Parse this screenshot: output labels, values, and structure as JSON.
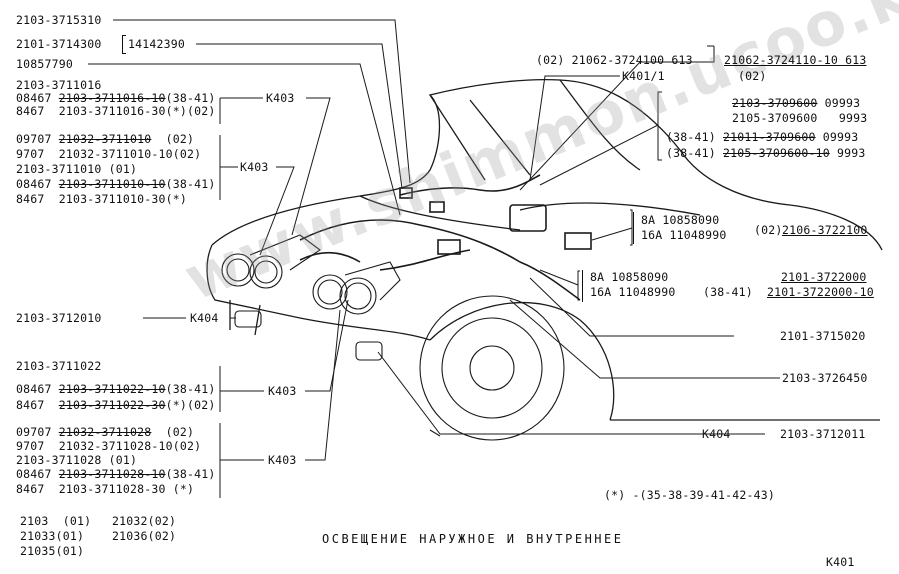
{
  "watermark": "www.shimmon.ucoo.kz",
  "title": "ОСВЕЩЕНИЕ НАРУЖНОЕ И ВНУТРЕННЕЕ",
  "page_code": "К401",
  "left_top": {
    "p1": "2103-3715310",
    "p2_code": "2101-3714300",
    "p2_box": "14142390",
    "p3": "10857790"
  },
  "group_k403_a": {
    "l1": "2103-3711016",
    "l2_pre": "08467 ",
    "l2_strike": "2103-3711016-10",
    "l2_post": "(38-41)",
    "l3": "8467  2103-3711016-30(*)(02)",
    "ref": "К403"
  },
  "group_k403_b": {
    "l1_pre": "09707 ",
    "l1_strike": "21032-3711010",
    "l1_post": "  (02)",
    "l2": "9707  21032-3711010-10(02)",
    "l3": "2103-3711010 (01)",
    "l4_pre": "08467 ",
    "l4_strike": "2103-3711010-10",
    "l4_post": "(38-41)",
    "l5": "8467  2103-3711010-30(*)",
    "ref": "К403"
  },
  "side_repeater": {
    "code": "2103-3712010",
    "ref": "К404"
  },
  "group_k403_c": {
    "l1": "2103-3711022",
    "l2_pre": "08467 ",
    "l2_strike": "2103-3711022-10",
    "l2_post": "(38-41)",
    "l3_pre": "8467  ",
    "l3_strike": "2103-3711022-30",
    "l3_post": "(*)(02)",
    "ref": "К403"
  },
  "group_k403_d": {
    "l1_pre": "09707 ",
    "l1_strike": "21032-3711028",
    "l1_post": "  (02)",
    "l2": "9707  21032-3711028-10(02)",
    "l3": "2103-3711028 (01)",
    "l4_pre": "08467 ",
    "l4_strike": "2103-3711028-10",
    "l4_post": "(38-41)",
    "l5": "8467  2103-3711028-30 (*)",
    "ref": "К403"
  },
  "models": {
    "c1": [
      "2103  (01)",
      "21033(01)",
      "21035(01)"
    ],
    "c2": [
      "21032(02)",
      "21036(02)"
    ]
  },
  "right_top": {
    "r1_pre": "(02) 21062-3724100 613",
    "r1_ul": "21062-3724110-10 613",
    "r2": "К401/1",
    "r2b": "(02)"
  },
  "lamps": {
    "l1_strike": "2103-3709600",
    "l1_post": " 09993",
    "l2": "2105-3709600   9993",
    "l3_pre": "(38-41) ",
    "l3_strike": "21011-3709600",
    "l3_post": " 09993",
    "l4_pre": "(38-41) ",
    "l4_strike": "2105-3709600-10",
    "l4_post": " 9993"
  },
  "fuse_box_1": {
    "a": "8А 10858090",
    "b": "16А 11048990",
    "ref": "(02)",
    "code": "2106-3722100"
  },
  "fuse_box_2": {
    "a": "8А 10858090",
    "b": "16А 11048990",
    "ref": "(38-41)",
    "code1": "2101-3722000",
    "code2": "2101-3722000-10"
  },
  "right_mid": {
    "c1": "2101-3715020",
    "c2": "2103-3726450",
    "c3_ref": "К404",
    "c3": "2103-3712011"
  },
  "footnote": "(*) -(35-38-39-41-42-43)"
}
